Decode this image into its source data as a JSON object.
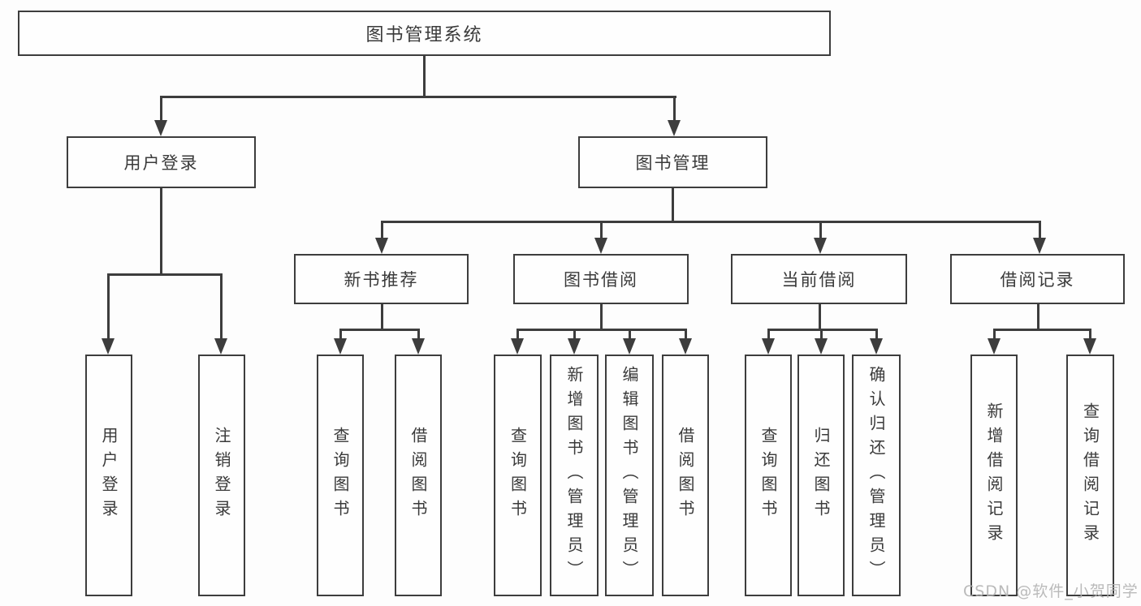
{
  "watermark": "CSDN @软件_小贺同学",
  "colors": {
    "line": "#3d3d3d",
    "text": "#3a3a3a",
    "box_fill": "#fefefe",
    "background": "#fdfdfd",
    "watermark": "#b3b3b3"
  },
  "nodes": {
    "root": {
      "label": "图书管理系统"
    },
    "level2": [
      {
        "label": "用户登录"
      },
      {
        "label": "图书管理"
      }
    ],
    "level3": [
      {
        "label": "新书推荐",
        "parent": "图书管理"
      },
      {
        "label": "图书借阅",
        "parent": "图书管理"
      },
      {
        "label": "当前借阅",
        "parent": "图书管理"
      },
      {
        "label": "借阅记录",
        "parent": "图书管理"
      }
    ],
    "leaves": [
      {
        "label": "用户登录",
        "parent": "用户登录"
      },
      {
        "label": "注销登录",
        "parent": "用户登录"
      },
      {
        "label": "查询图书",
        "parent": "新书推荐"
      },
      {
        "label": "借阅图书",
        "parent": "新书推荐"
      },
      {
        "label": "查询图书",
        "parent": "图书借阅"
      },
      {
        "label": "新增图书（管理员）",
        "parent": "图书借阅"
      },
      {
        "label": "编辑图书（管理员）",
        "parent": "图书借阅"
      },
      {
        "label": "借阅图书",
        "parent": "图书借阅"
      },
      {
        "label": "查询图书",
        "parent": "当前借阅"
      },
      {
        "label": "归还图书",
        "parent": "当前借阅"
      },
      {
        "label": "确认归还（管理员）",
        "parent": "当前借阅"
      },
      {
        "label": "新增借阅记录",
        "parent": "借阅记录"
      },
      {
        "label": "查询借阅记录",
        "parent": "借阅记录"
      }
    ]
  }
}
